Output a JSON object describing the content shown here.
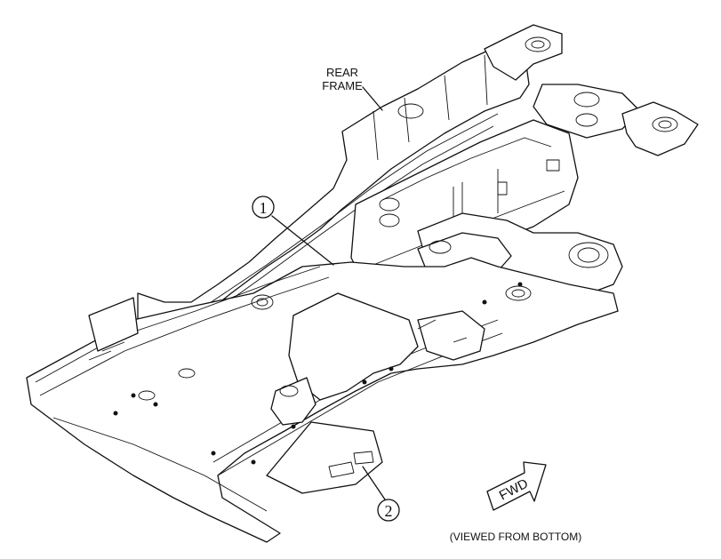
{
  "labels": {
    "rear_frame_line1": "REAR",
    "rear_frame_line2": "FRAME",
    "viewed_from": "(VIEWED FROM BOTTOM)",
    "fwd": "FWD"
  },
  "callouts": [
    {
      "number": "1"
    },
    {
      "number": "2"
    }
  ]
}
